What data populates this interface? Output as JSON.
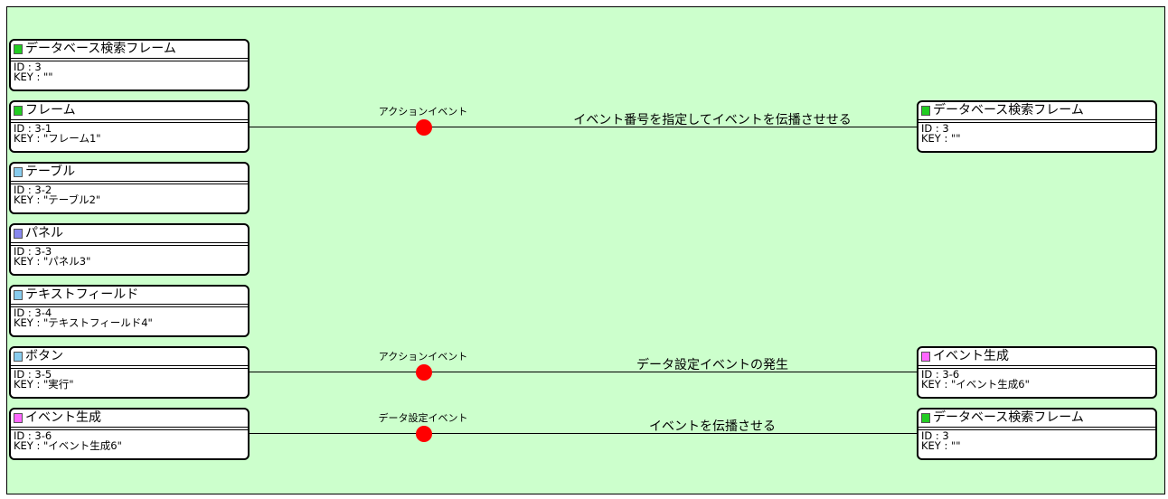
{
  "colors": {
    "canvas_bg": "#ccffcc",
    "frame_cube": "#22cc22",
    "table_cube": "#88ccee",
    "panel_cube": "#8888ee",
    "event_gen_cube": "#ff66ff",
    "event_dot": "#ff0000"
  },
  "components": [
    {
      "title": "データベース検索フレーム",
      "id": "ID : 3",
      "key": "KEY : \"\"",
      "icon": "green-cube-icon"
    },
    {
      "title": "フレーム",
      "id": "ID : 3-1",
      "key": "KEY : \"フレーム1\"",
      "icon": "green-cube-icon"
    },
    {
      "title": "テーブル",
      "id": "ID : 3-2",
      "key": "KEY : \"テーブル2\"",
      "icon": "lightblue-cube-icon"
    },
    {
      "title": "パネル",
      "id": "ID : 3-3",
      "key": "KEY : \"パネル3\"",
      "icon": "purple-cube-icon"
    },
    {
      "title": "テキストフィールド",
      "id": "ID : 3-4",
      "key": "KEY : \"テキストフィールド4\"",
      "icon": "lightblue-cube-icon"
    },
    {
      "title": "ボタン",
      "id": "ID : 3-5",
      "key": "KEY : \"実行\"",
      "icon": "lightblue-cube-icon"
    },
    {
      "title": "イベント生成",
      "id": "ID : 3-6",
      "key": "KEY : \"イベント生成6\"",
      "icon": "pink-cube-icon"
    }
  ],
  "connections": [
    {
      "event": "アクションイベント",
      "action": "イベント番号を指定してイベントを伝播させせる",
      "target": {
        "title": "データベース検索フレーム",
        "id": "ID : 3",
        "key": "KEY : \"\"",
        "icon": "green-cube-icon"
      }
    },
    {
      "event": "アクションイベント",
      "action": "データ設定イベントの発生",
      "target": {
        "title": "イベント生成",
        "id": "ID : 3-6",
        "key": "KEY : \"イベント生成6\"",
        "icon": "pink-cube-icon"
      }
    },
    {
      "event": "データ設定イベント",
      "action": "イベントを伝播させる",
      "target": {
        "title": "データベース検索フレーム",
        "id": "ID : 3",
        "key": "KEY : \"\"",
        "icon": "green-cube-icon"
      }
    }
  ]
}
